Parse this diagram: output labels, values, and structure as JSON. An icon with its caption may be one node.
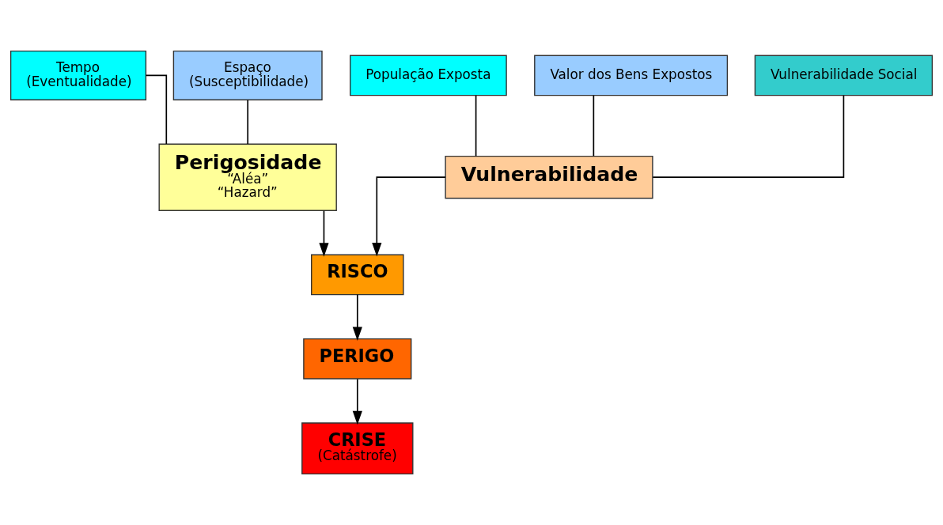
{
  "diagram": {
    "nodes": [
      {
        "text": [
          "Tempo",
          "(Eventualidade)"
        ]
      },
      {
        "text": [
          "Espaço",
          "(Susceptibilidade)"
        ]
      },
      {
        "text": [
          "População Exposta"
        ]
      },
      {
        "text": [
          "Valor dos Bens Expostos"
        ]
      },
      {
        "text": [
          "Vulnerabilidade Social"
        ]
      },
      {
        "text": [
          "Perigosidade",
          "“Aléa”",
          "“Hazard”"
        ]
      },
      {
        "text": [
          "Vulnerabilidade"
        ]
      },
      {
        "text": [
          "RISCO"
        ]
      },
      {
        "text": [
          "PERIGO"
        ]
      },
      {
        "text": [
          "CRISE",
          "(Catástrofe)"
        ]
      }
    ],
    "edges": [
      {
        "from": 0,
        "to": 5,
        "arrow": "none"
      },
      {
        "from": 1,
        "to": 5,
        "arrow": "none"
      },
      {
        "from": 2,
        "to": 6,
        "arrow": "none"
      },
      {
        "from": 3,
        "to": 6,
        "arrow": "none"
      },
      {
        "from": 4,
        "to": 6,
        "arrow": "none"
      },
      {
        "from": 5,
        "to": 7,
        "arrow": "to"
      },
      {
        "from": 6,
        "to": 7,
        "arrow": "to"
      },
      {
        "from": 7,
        "to": 8,
        "arrow": "to"
      },
      {
        "from": 8,
        "to": 9,
        "arrow": "to"
      }
    ]
  }
}
